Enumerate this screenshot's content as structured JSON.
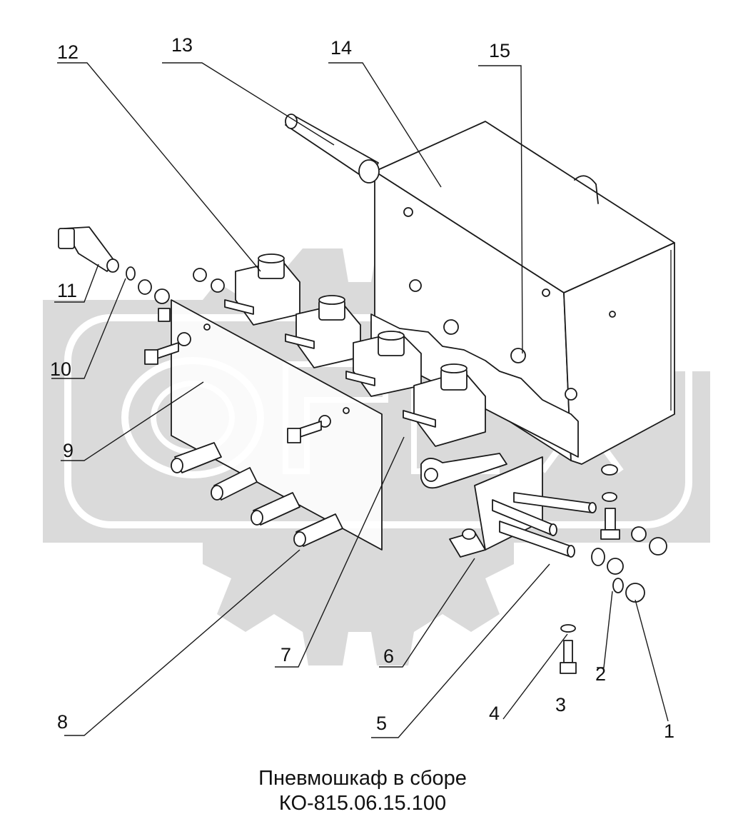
{
  "diagram": {
    "title": "Пневмошкаф в сборе",
    "code": "КО-815.06.15.100",
    "watermark": "OPEX",
    "callouts": [
      "1",
      "2",
      "3",
      "4",
      "5",
      "6",
      "7",
      "8",
      "9",
      "10",
      "11",
      "12",
      "13",
      "14",
      "15"
    ]
  }
}
